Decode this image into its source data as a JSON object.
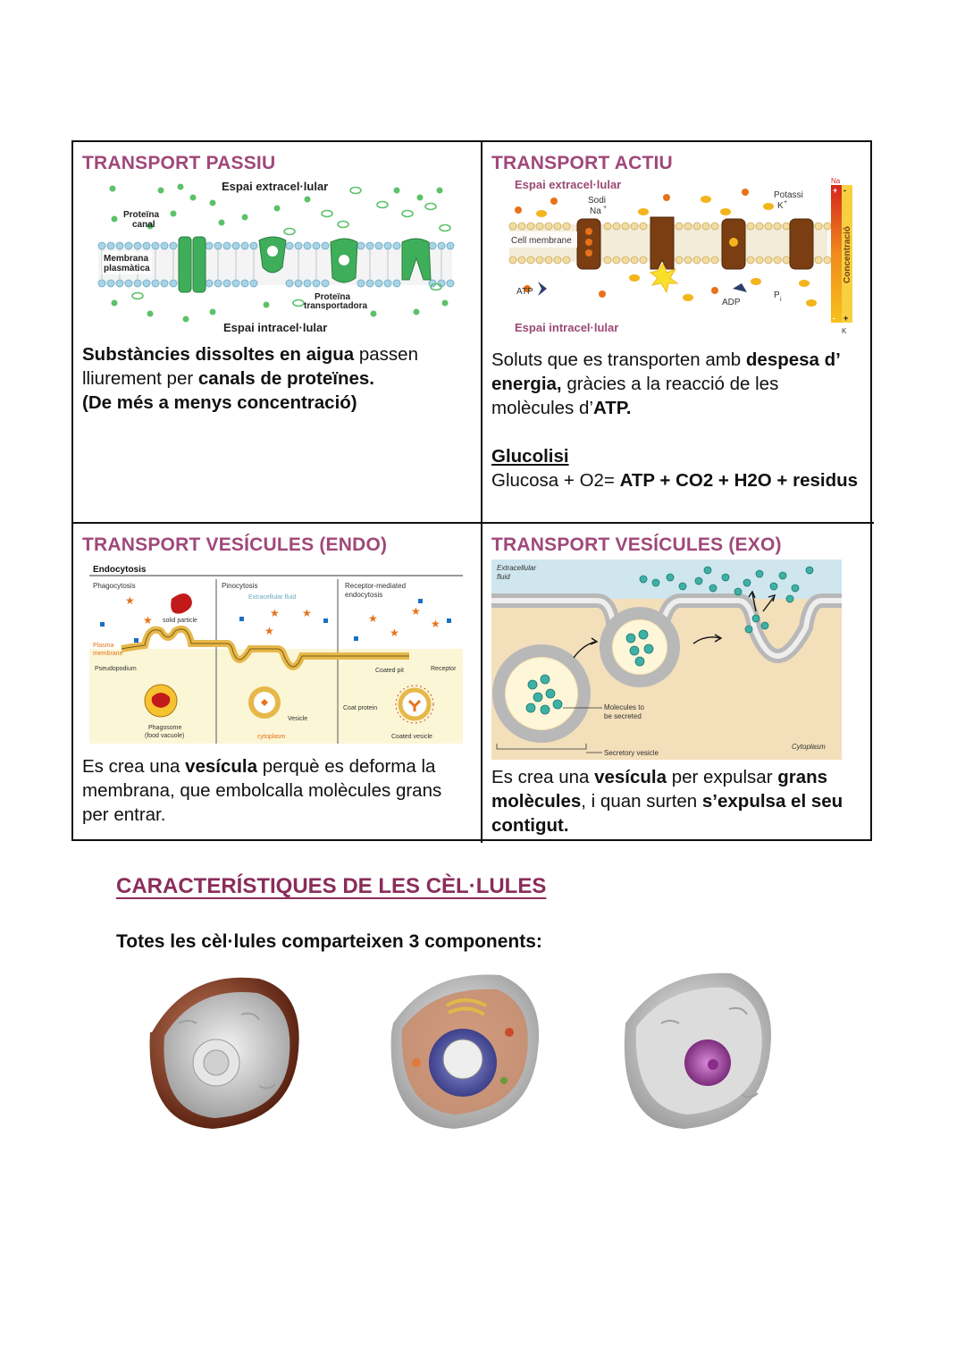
{
  "passive": {
    "title": "TRANSPORT PASSIU",
    "diagram": {
      "extracellular": "Espai extracel·lular",
      "intracellular": "Espai intracel·lular",
      "channel_protein_1": "Proteïna",
      "channel_protein_2": "canal",
      "membrane_1": "Membrana",
      "membrane_2": "plasmàtica",
      "carrier_1": "Proteïna",
      "carrier_2": "transportadora"
    },
    "text": {
      "p1_bold": "Substàncies dissoltes en aigua",
      "p1_rest": " passen lliurement per ",
      "p1_bold2": "canals de proteïnes.",
      "p2": "(De més a menys concentració)"
    }
  },
  "active": {
    "title": "TRANSPORT ACTIU",
    "diagram": {
      "extracellular": "Espai extracel·lular",
      "intracellular": "Espai intracel·lular",
      "sodium": "Sodi",
      "na": "Na",
      "potassium": "Potassi",
      "k": "K",
      "cell_membrane": "Cell membrane",
      "atp": "ATP",
      "adp": "ADP",
      "pi": "P",
      "concentration": "Concentració",
      "na_top": "Na",
      "k_bottom": "K"
    },
    "text": {
      "t1": "Soluts que es transporten amb ",
      "b1": "despesa d’ energia,",
      "t2": " gràcies a la reacció de les molècules d’",
      "b2": "ATP.",
      "glucolisi": "Glucolisi",
      "eq_start": "Glucosa + O2= ",
      "eq_bold": "ATP + CO2 + H2O + residus"
    }
  },
  "endo": {
    "title": "TRANSPORT VESÍCULES (ENDO)",
    "diagram": {
      "heading": "Endocytosis",
      "phago": "Phagocytosis",
      "pino": "Pinocytosis",
      "receptor_med_1": "Receptor-mediated",
      "receptor_med_2": "endocytosis",
      "solid": "solid particle",
      "extracellular_fluid": "Extracellular fluid",
      "plasma_1": "Plasma",
      "plasma_2": "membrane",
      "pseudopodium": "Pseudopodium",
      "coated_pit": "Coated pit",
      "receptor": "Receptor",
      "coat_protein": "Coat protein",
      "phagosome_1": "Phagosome",
      "phagosome_2": "(food vacuole)",
      "vesicle": "Vesicle",
      "cytoplasm": "cytoplasm",
      "coated_vesicle": "Coated vesicle"
    },
    "text": {
      "t1": "Es crea una ",
      "b1": "vesícula",
      "t2": " perquè es deforma la membrana, que embolcalla molècules grans per entrar."
    }
  },
  "exo": {
    "title": "TRANSPORT VESÍCULES (EXO)",
    "diagram": {
      "extracellular_1": "Extracellular",
      "extracellular_2": "fluid",
      "molecules_1": "Molecules to",
      "molecules_2": "be secreted",
      "secretory": "Secretory vesicle",
      "cytoplasm": "Cytoplasm"
    },
    "text": {
      "t1": "Es crea una ",
      "b1": "vesícula",
      "t2": " per expulsar ",
      "b2": "grans molècules",
      "t3": ", i quan surten ",
      "b3": "s’expulsa el seu contigut."
    }
  },
  "section": {
    "title": "CARACTERÍSTIQUES DE LES CÈL·LULES",
    "intro": "Totes les cèl·lules comparteixen 3 components:"
  },
  "colors": {
    "cell_title": "#a0487a",
    "section_title": "#8a2d5a",
    "membrane_head": "#a8d4e6",
    "channel": "#3fae5a",
    "atp_pump": "#7a3e12"
  }
}
